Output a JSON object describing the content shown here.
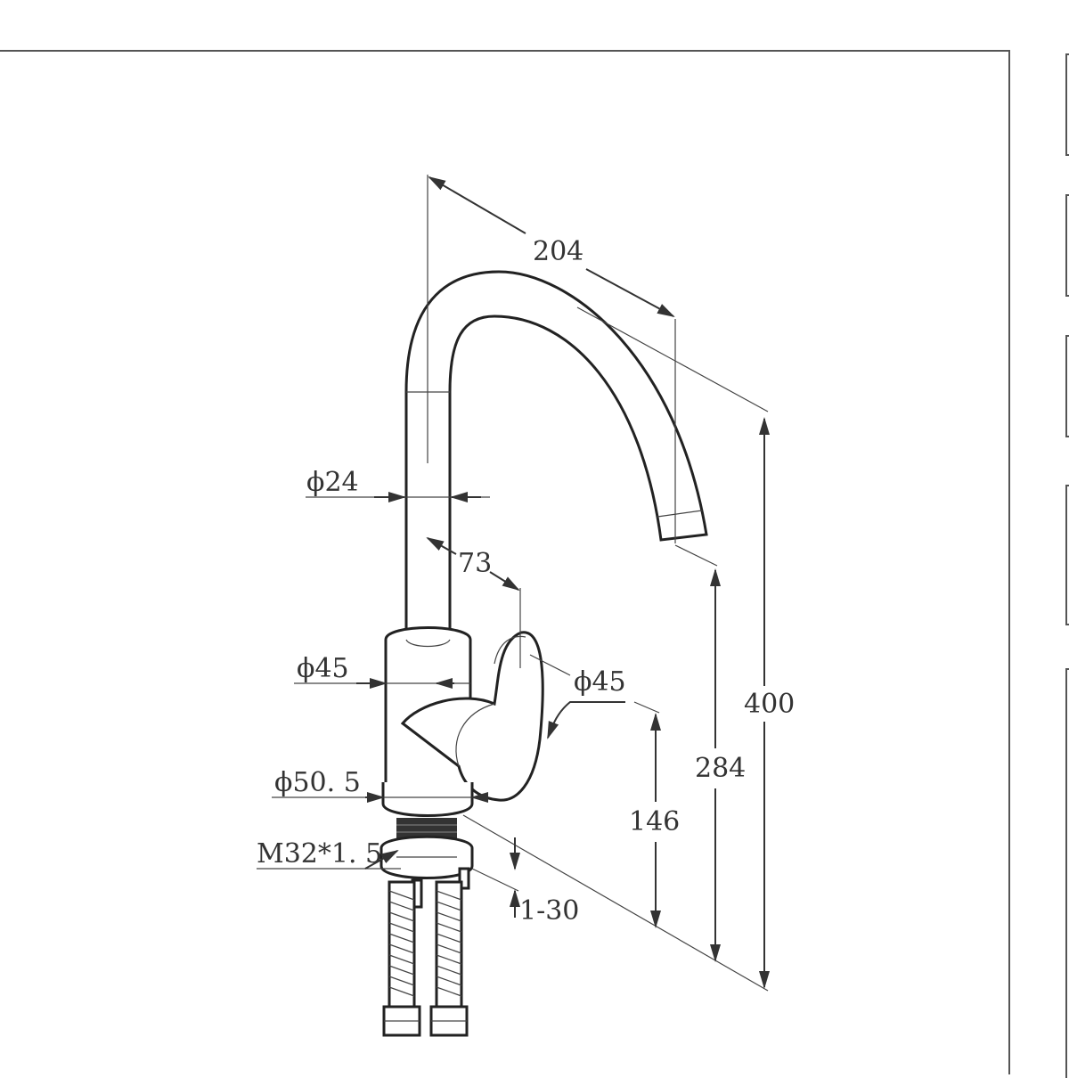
{
  "dimensions": {
    "spout_reach": "204",
    "pipe_diameter": "ϕ24",
    "handle_offset": "73",
    "body_diameter": "ϕ45",
    "handle_diameter": "ϕ45",
    "base_diameter": "ϕ50. 5",
    "thread": "M32*1. 5",
    "mounting_range": "1-30",
    "lever_height": "146",
    "outlet_height": "284",
    "total_height": "400"
  },
  "colors": {
    "line": "#333333",
    "frame": "#555555",
    "background": "#ffffff"
  }
}
